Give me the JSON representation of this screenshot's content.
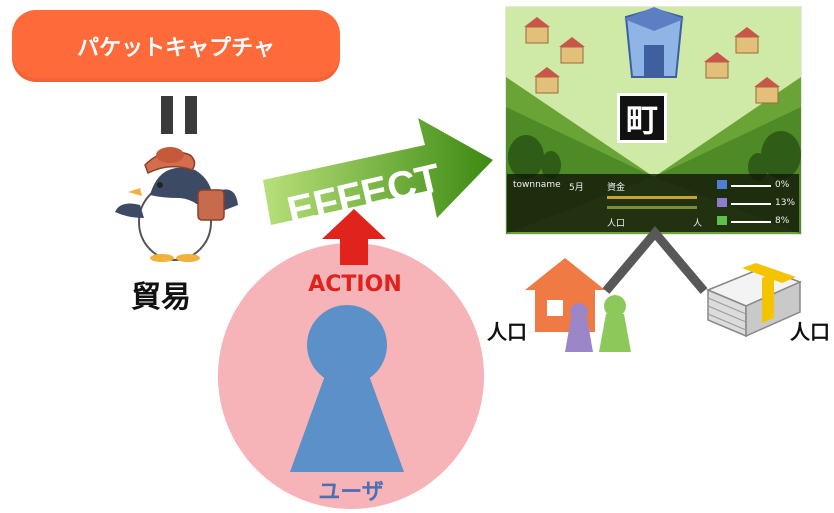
{
  "packet_capture": {
    "label": "パケットキャプチャ"
  },
  "trade": {
    "label": "貿易"
  },
  "effect": {
    "label": "EFFECT"
  },
  "action": {
    "label": "ACTION"
  },
  "user": {
    "label": "ユーザ"
  },
  "town": {
    "label": "町",
    "hud": {
      "name": "townname",
      "month": "5月",
      "funds_label": "資金",
      "population_label": "人口",
      "population_value": "人",
      "r1": "0%",
      "r2": "13%",
      "r3": "8%"
    }
  },
  "population_left": {
    "label": "人口"
  },
  "population_right": {
    "label": "人口"
  },
  "colors": {
    "pill": "#ff6a3a",
    "effect_green": "#5aa320",
    "action_red": "#e0231c",
    "user_circle": "#f6b3b8",
    "user_figure": "#5b90c9",
    "house": "#f07a43",
    "figure_purple": "#9b86c7",
    "figure_green": "#8dc95a",
    "stack_yellow": "#f4c400"
  }
}
